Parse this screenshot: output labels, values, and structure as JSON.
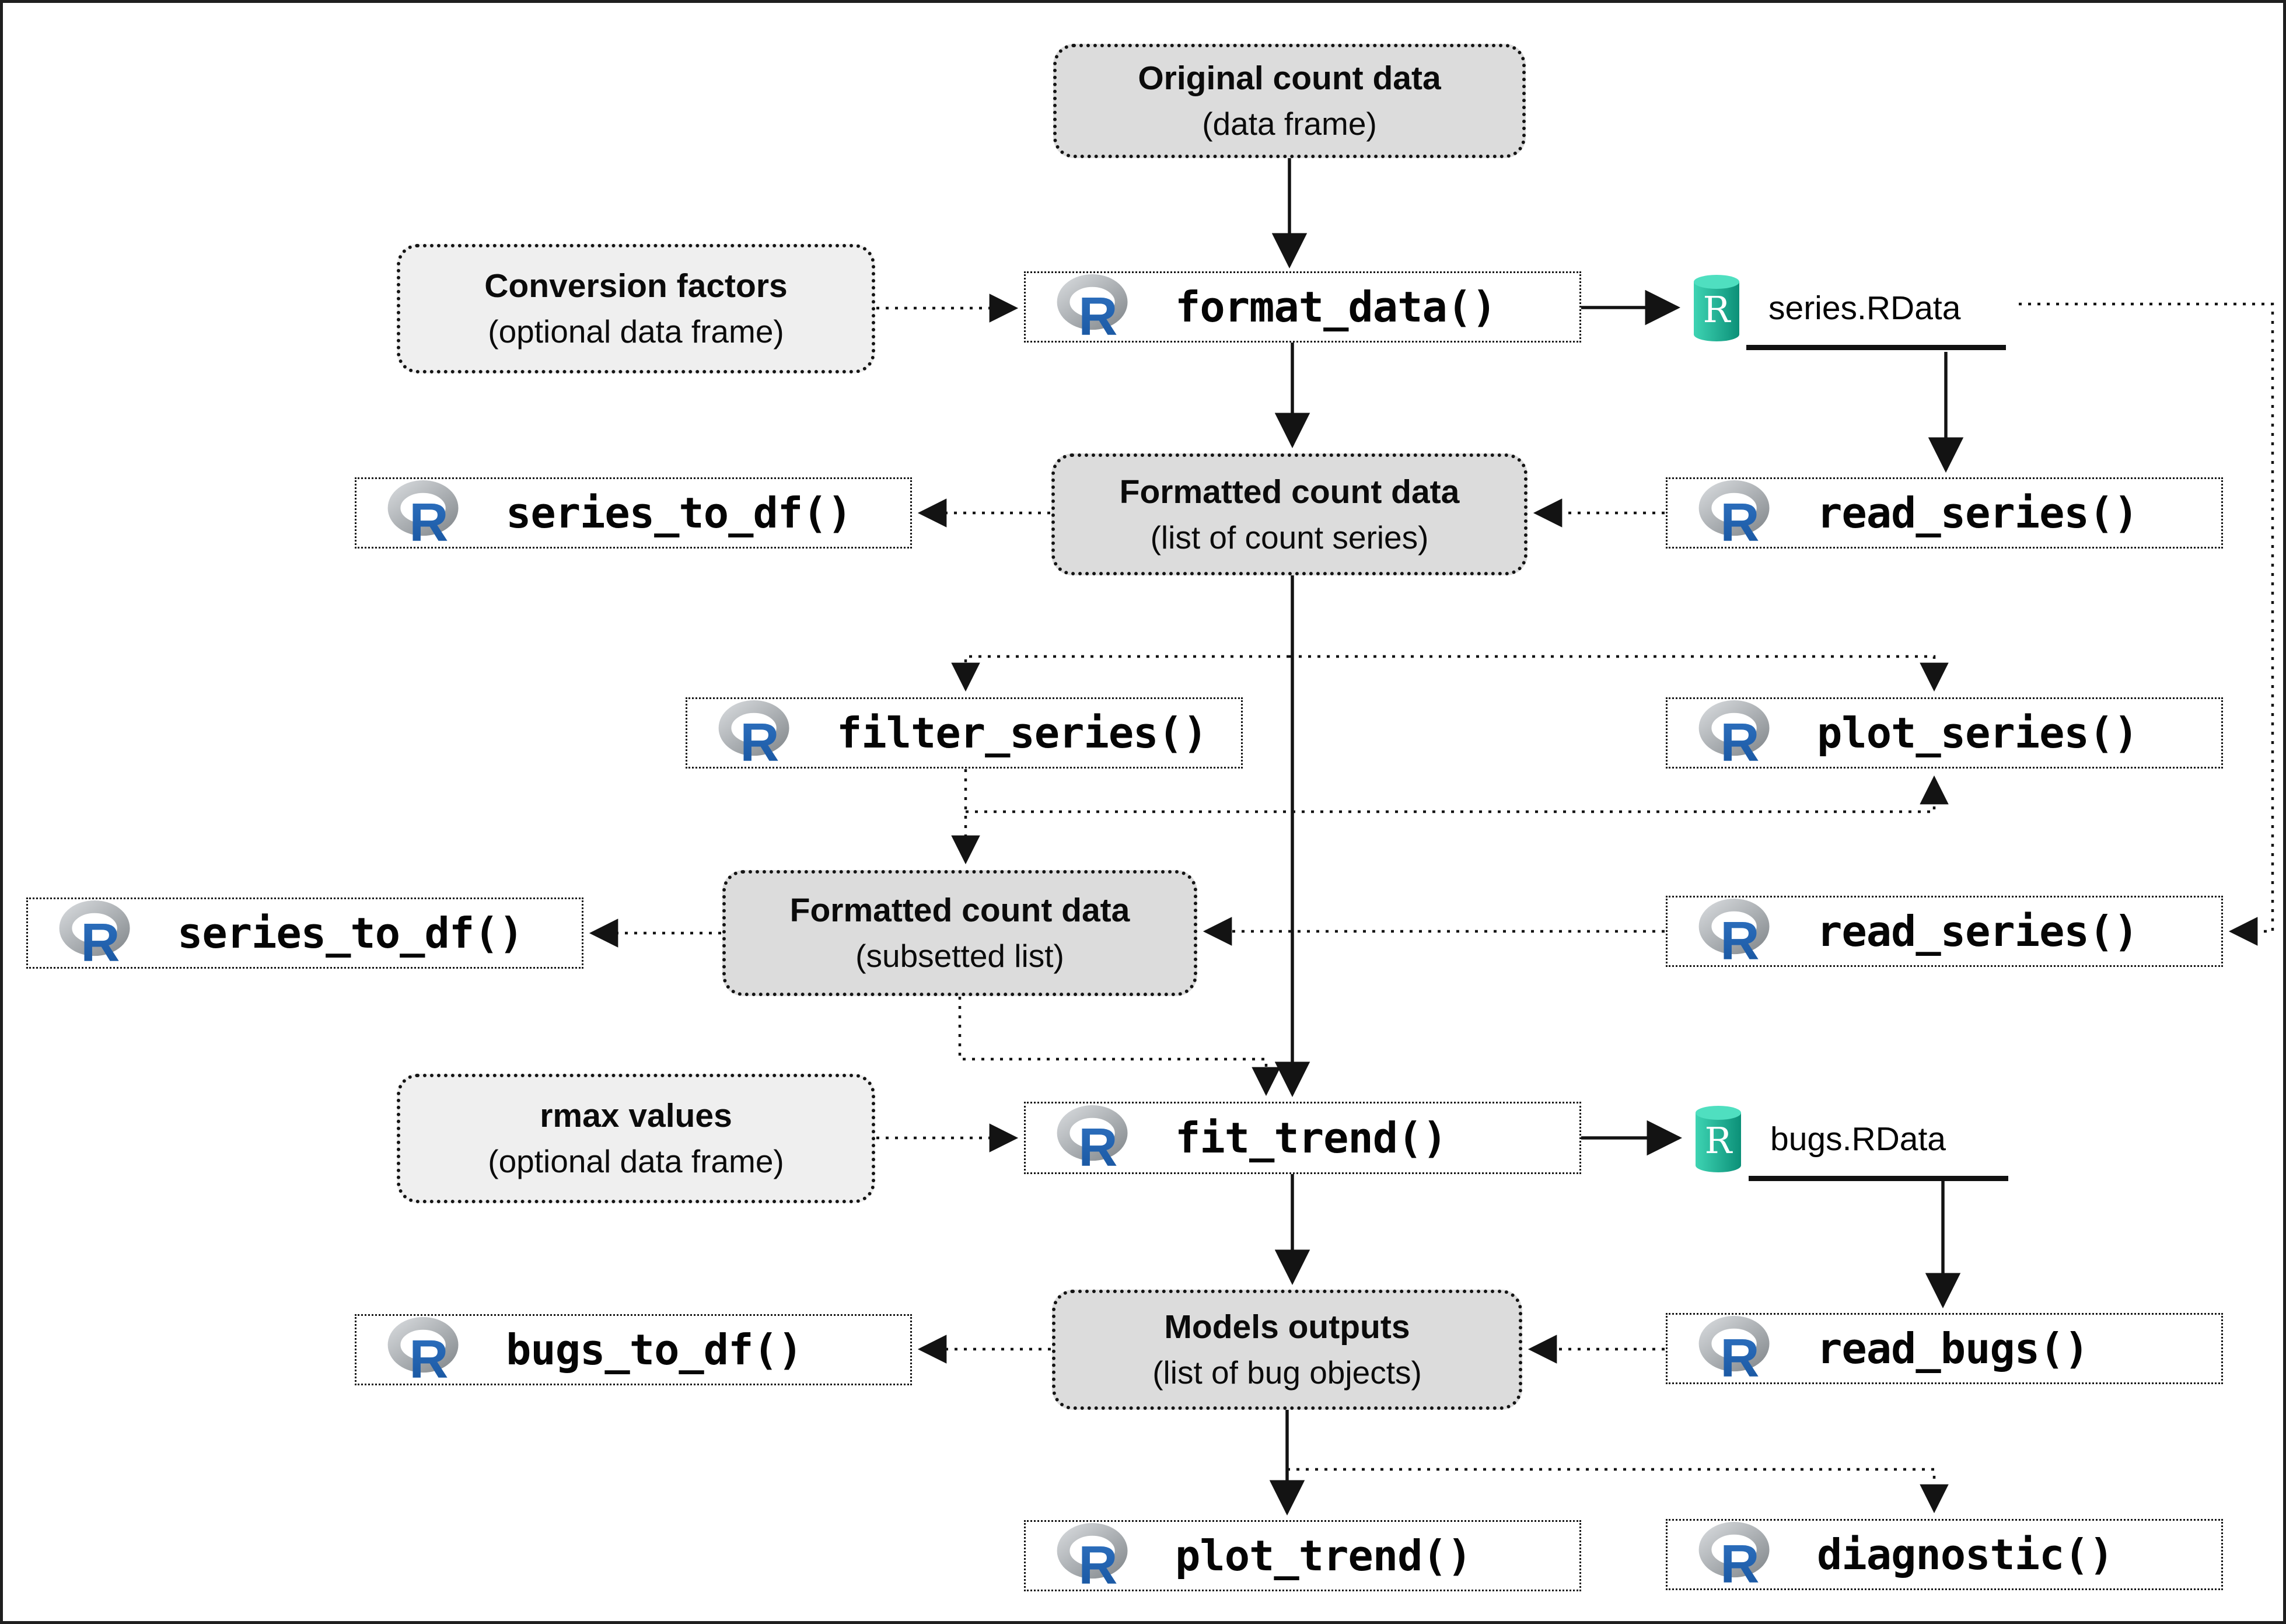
{
  "diagram": {
    "nodes": {
      "original": {
        "title": "Original count data",
        "subtitle": "(data frame)"
      },
      "conversion": {
        "title": "Conversion factors",
        "subtitle": "(optional data frame)"
      },
      "format_data": {
        "label": "format_data()"
      },
      "series_rdata": {
        "label": "series.RData"
      },
      "series_to_df_a": {
        "label": "series_to_df()"
      },
      "formatted": {
        "title": "Formatted count data",
        "subtitle": "(list of count series)"
      },
      "read_series_a": {
        "label": "read_series()"
      },
      "filter_series": {
        "label": "filter_series()"
      },
      "plot_series": {
        "label": "plot_series()"
      },
      "subset": {
        "title": "Formatted count data",
        "subtitle": "(subsetted list)"
      },
      "series_to_df_b": {
        "label": "series_to_df()"
      },
      "read_series_b": {
        "label": "read_series()"
      },
      "rmax": {
        "title": "rmax values",
        "subtitle": "(optional data frame)"
      },
      "fit_trend": {
        "label": "fit_trend()"
      },
      "bugs_rdata": {
        "label": "bugs.RData"
      },
      "models": {
        "title": "Models outputs",
        "subtitle": "(list of bug objects)"
      },
      "bugs_to_df": {
        "label": "bugs_to_df()"
      },
      "read_bugs": {
        "label": "read_bugs()"
      },
      "plot_trend": {
        "label": "plot_trend()"
      },
      "diagnostic": {
        "label": "diagnostic()"
      }
    },
    "icons": {
      "r_logo_name": "r-logo-icon",
      "rdata_file_name": "rdata-cylinder-icon",
      "r_letter": "R"
    },
    "colors": {
      "data_box_fill": "#dcdcdc",
      "optional_box_fill": "#efefef",
      "function_box_fill": "#ffffff",
      "line": "#131313",
      "r_blue_light": "#2f72c1",
      "r_blue_dark": "#17549e",
      "r_gray_light": "#cdd0d3",
      "r_gray_dark": "#8e9396",
      "teal_light": "#3ed4b3",
      "teal_dark": "#0c9078",
      "teal_top": "#4fdfc0"
    }
  }
}
